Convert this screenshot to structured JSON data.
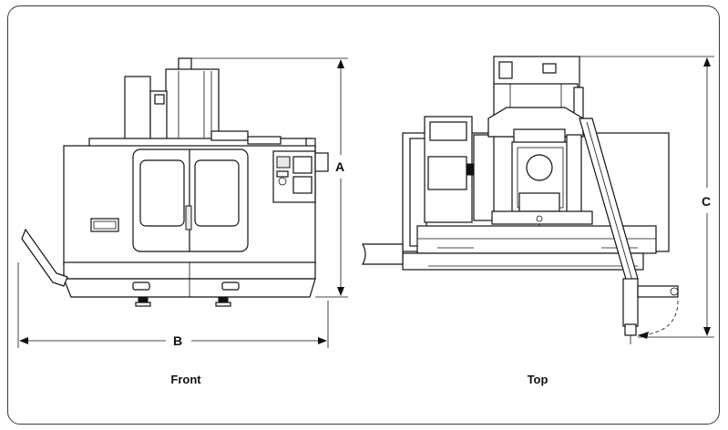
{
  "dimensions": {
    "a": "A",
    "b": "B",
    "c": "C"
  },
  "captions": {
    "front": "Front",
    "top": "Top"
  }
}
